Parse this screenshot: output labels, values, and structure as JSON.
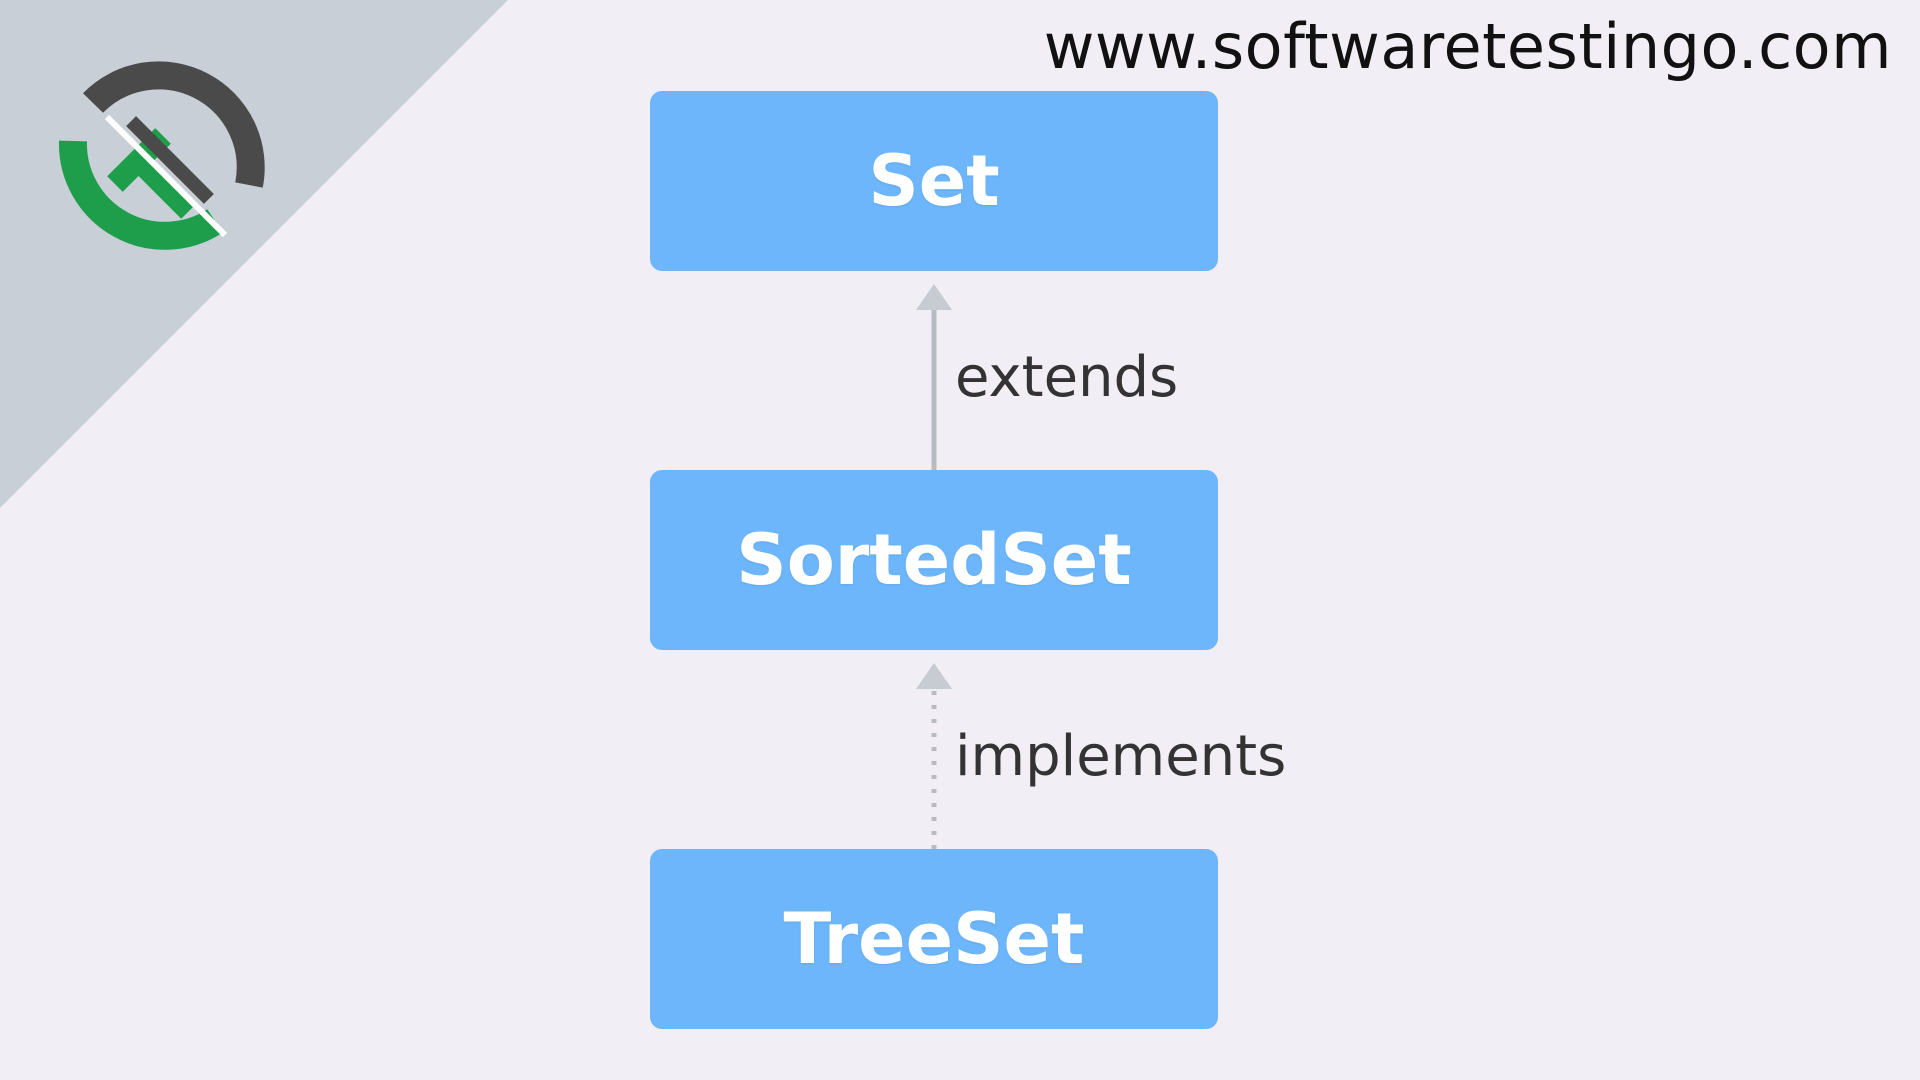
{
  "header": {
    "site_url": "www.softwaretestingo.com"
  },
  "colors": {
    "background": "#f1eff5",
    "corner_band": "#c8cfd7",
    "node_fill": "#6db6fb",
    "node_text": "#ffffff",
    "connector": "#b7bcc2",
    "logo_green": "#1e9e4a",
    "logo_gray": "#4a4a4a"
  },
  "logo": {
    "icon": "softwaretestingo-logo-icon"
  },
  "diagram": {
    "nodes": [
      {
        "id": "set",
        "label": "Set"
      },
      {
        "id": "sortedset",
        "label": "SortedSet"
      },
      {
        "id": "treeset",
        "label": "TreeSet"
      }
    ],
    "edges": [
      {
        "from": "sortedset",
        "to": "set",
        "label": "extends",
        "style": "solid"
      },
      {
        "from": "treeset",
        "to": "sortedset",
        "label": "implements",
        "style": "dotted"
      }
    ]
  }
}
